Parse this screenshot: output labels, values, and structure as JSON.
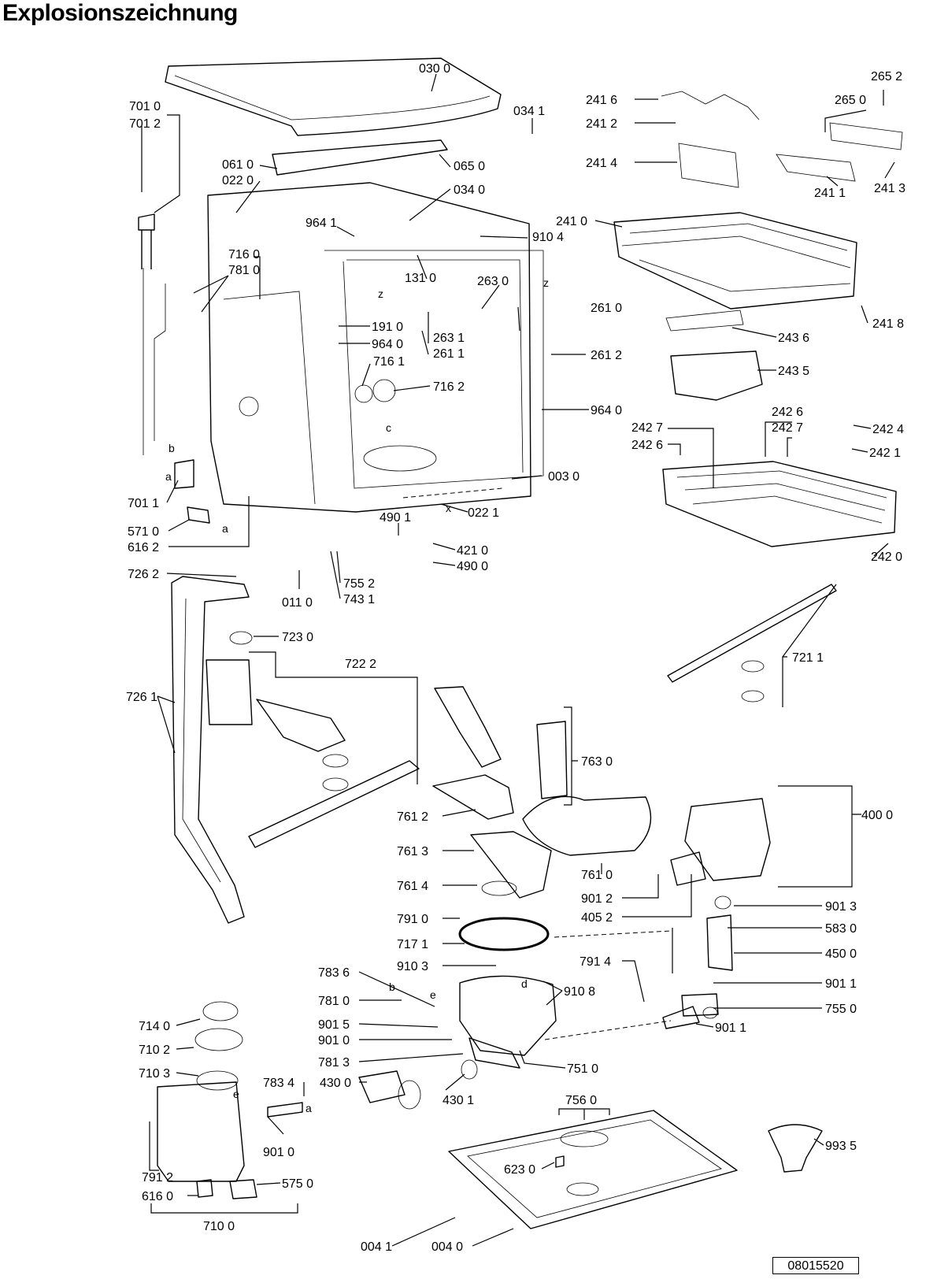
{
  "title": "Explosionszeichnung",
  "drawing_number": "08015520",
  "callouts": [
    {
      "id": "030",
      "text": "030 0"
    },
    {
      "id": "034a",
      "text": "034 1"
    },
    {
      "id": "061",
      "text": "061 0"
    },
    {
      "id": "065",
      "text": "065 0"
    },
    {
      "id": "022",
      "text": "022 0"
    },
    {
      "id": "034b",
      "text": "034 0"
    },
    {
      "id": "701a",
      "text": "701 0"
    },
    {
      "id": "701b",
      "text": "701 2"
    },
    {
      "id": "964a",
      "text": "964 1"
    },
    {
      "id": "910a",
      "text": "910 4"
    },
    {
      "id": "716a",
      "text": "716 0"
    },
    {
      "id": "781a",
      "text": "781 0"
    },
    {
      "id": "131",
      "text": "131 0"
    },
    {
      "id": "263a",
      "text": "263 0"
    },
    {
      "id": "261a",
      "text": "261 0"
    },
    {
      "id": "191",
      "text": "191 0"
    },
    {
      "id": "964b",
      "text": "964 0"
    },
    {
      "id": "263b",
      "text": "263 1"
    },
    {
      "id": "261b",
      "text": "261 1"
    },
    {
      "id": "261c",
      "text": "261 2"
    },
    {
      "id": "716b",
      "text": "716 1"
    },
    {
      "id": "716c",
      "text": "716 2"
    },
    {
      "id": "964c",
      "text": "964 0"
    },
    {
      "id": "003",
      "text": "003 0"
    },
    {
      "id": "701c",
      "text": "701 1"
    },
    {
      "id": "571",
      "text": "571 0"
    },
    {
      "id": "616a",
      "text": "616 2"
    },
    {
      "id": "490a",
      "text": "490 1"
    },
    {
      "id": "022b",
      "text": "022 1"
    },
    {
      "id": "421",
      "text": "421 0"
    },
    {
      "id": "490b",
      "text": "490 0"
    },
    {
      "id": "726a",
      "text": "726 2"
    },
    {
      "id": "755a",
      "text": "755 2"
    },
    {
      "id": "011",
      "text": "011 0"
    },
    {
      "id": "743",
      "text": "743 1"
    },
    {
      "id": "723",
      "text": "723 0"
    },
    {
      "id": "722",
      "text": "722 2"
    },
    {
      "id": "726b",
      "text": "726 1"
    },
    {
      "id": "241a",
      "text": "241 6"
    },
    {
      "id": "241b",
      "text": "241 2"
    },
    {
      "id": "241c",
      "text": "241 4"
    },
    {
      "id": "265a",
      "text": "265 2"
    },
    {
      "id": "265b",
      "text": "265 0"
    },
    {
      "id": "241d",
      "text": "241 1"
    },
    {
      "id": "241e",
      "text": "241 3"
    },
    {
      "id": "241f",
      "text": "241 0"
    },
    {
      "id": "241g",
      "text": "241 8"
    },
    {
      "id": "243a",
      "text": "243 6"
    },
    {
      "id": "243b",
      "text": "243 5"
    },
    {
      "id": "242a",
      "text": "242 6"
    },
    {
      "id": "242b",
      "text": "242 7"
    },
    {
      "id": "242c",
      "text": "242 7"
    },
    {
      "id": "242d",
      "text": "242 6"
    },
    {
      "id": "242e",
      "text": "242 4"
    },
    {
      "id": "242f",
      "text": "242 1"
    },
    {
      "id": "242g",
      "text": "242 0"
    },
    {
      "id": "721",
      "text": "721 1"
    },
    {
      "id": "763",
      "text": "763 0"
    },
    {
      "id": "400",
      "text": "400 0"
    },
    {
      "id": "761a",
      "text": "761 2"
    },
    {
      "id": "761b",
      "text": "761 3"
    },
    {
      "id": "761c",
      "text": "761 4"
    },
    {
      "id": "761d",
      "text": "761 0"
    },
    {
      "id": "901a",
      "text": "901 2"
    },
    {
      "id": "405",
      "text": "405 2"
    },
    {
      "id": "901b",
      "text": "901 3"
    },
    {
      "id": "791a",
      "text": "791 0"
    },
    {
      "id": "583",
      "text": "583 0"
    },
    {
      "id": "717",
      "text": "717 1"
    },
    {
      "id": "450",
      "text": "450 0"
    },
    {
      "id": "910b",
      "text": "910 3"
    },
    {
      "id": "791b",
      "text": "791 4"
    },
    {
      "id": "901c",
      "text": "901 1"
    },
    {
      "id": "783a",
      "text": "783 6"
    },
    {
      "id": "910c",
      "text": "910 8"
    },
    {
      "id": "781b",
      "text": "781 0"
    },
    {
      "id": "755b",
      "text": "755 0"
    },
    {
      "id": "901d",
      "text": "901 5"
    },
    {
      "id": "901e",
      "text": "901 1"
    },
    {
      "id": "714",
      "text": "714 0"
    },
    {
      "id": "901f",
      "text": "901 0"
    },
    {
      "id": "710a",
      "text": "710 2"
    },
    {
      "id": "781c",
      "text": "781 3"
    },
    {
      "id": "751",
      "text": "751 0"
    },
    {
      "id": "710b",
      "text": "710 3"
    },
    {
      "id": "783b",
      "text": "783 4"
    },
    {
      "id": "430a",
      "text": "430 0"
    },
    {
      "id": "430b",
      "text": "430 1"
    },
    {
      "id": "756",
      "text": "756 0"
    },
    {
      "id": "901g",
      "text": "901 0"
    },
    {
      "id": "993",
      "text": "993 5"
    },
    {
      "id": "791c",
      "text": "791 2"
    },
    {
      "id": "623",
      "text": "623 0"
    },
    {
      "id": "575",
      "text": "575 0"
    },
    {
      "id": "616b",
      "text": "616 0"
    },
    {
      "id": "710c",
      "text": "710 0"
    },
    {
      "id": "004a",
      "text": "004 1"
    },
    {
      "id": "004b",
      "text": "004 0"
    }
  ],
  "markers": {
    "z1": "z",
    "z2": "z",
    "c": "c",
    "x": "x",
    "a1": "a",
    "a2": "a",
    "a3": "a",
    "b1": "b",
    "b2": "b",
    "d": "d",
    "e1": "e",
    "e2": "e"
  }
}
